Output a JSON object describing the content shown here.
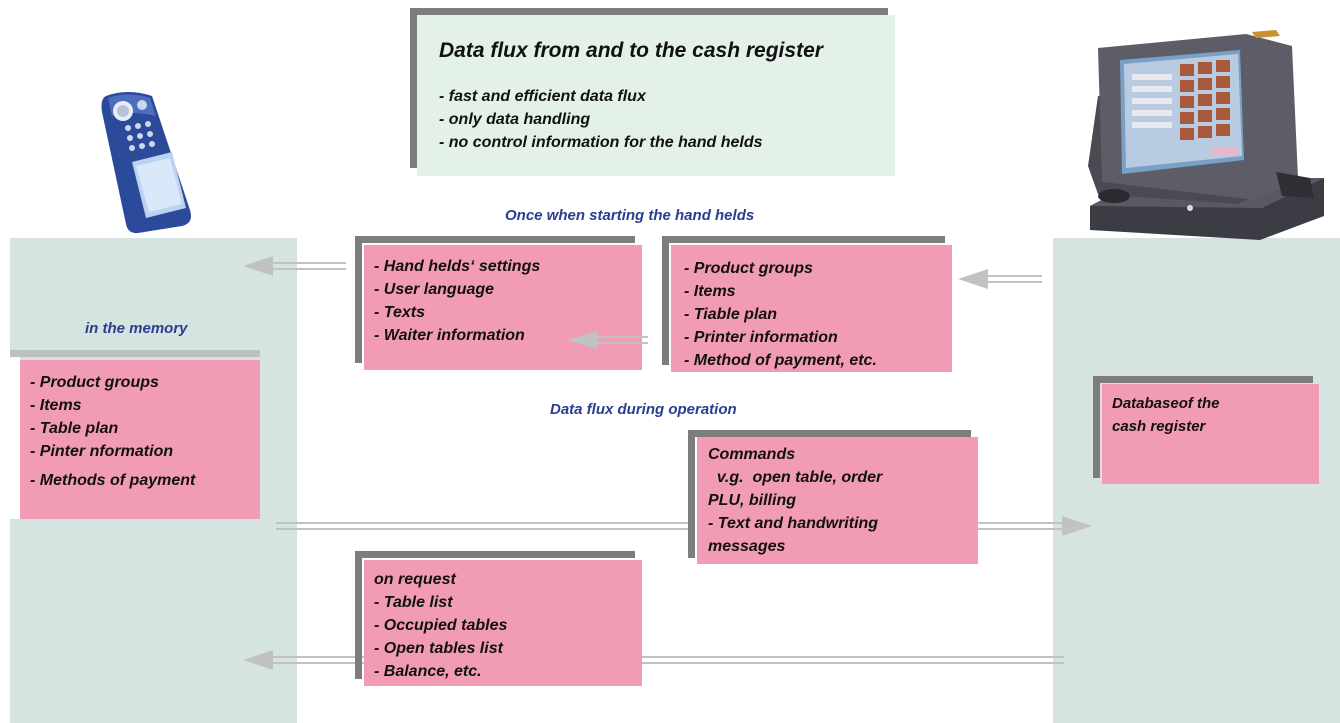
{
  "header_box": {
    "title": "Data flux from and to the cash register",
    "bullets": [
      "- fast and efficient data flux",
      "- only data handling",
      "- no control information for the hand helds"
    ]
  },
  "labels": {
    "startup": "Once when starting the hand helds",
    "memory": "in the memory",
    "operation": "Data flux during operation"
  },
  "boxes": {
    "settings": [
      "- Hand helds‘ settings",
      "- User language",
      "- Texts",
      "- Waiter information"
    ],
    "products_startup": [
      "- Product groups",
      "- Items",
      "- Tiable plan",
      "- Printer information",
      "- Method of payment, etc."
    ],
    "memory": [
      "- Product groups",
      "- Items",
      "- Table plan",
      "- Pinter nformation",
      "- Methods of payment"
    ],
    "database": [
      "Databaseof the",
      "cash register"
    ],
    "commands": [
      "Commands",
      "  v.g.  open table, order",
      "PLU, billing",
      "- Text and handwriting",
      "messages"
    ],
    "on_request": [
      "on request",
      "- Table list",
      "- Occupied tables",
      "- Open tables list",
      "- Balance, etc."
    ]
  },
  "colors": {
    "column": "#d5e3e1",
    "pink_box": "#f29bb5",
    "header_bg": "#e4f1e9",
    "label_blue": "#2a3d8f",
    "arrow_gray": "#c2c2c2"
  },
  "icons": {
    "left_device": "handheld-terminal-icon",
    "right_device": "pos-terminal-icon"
  }
}
